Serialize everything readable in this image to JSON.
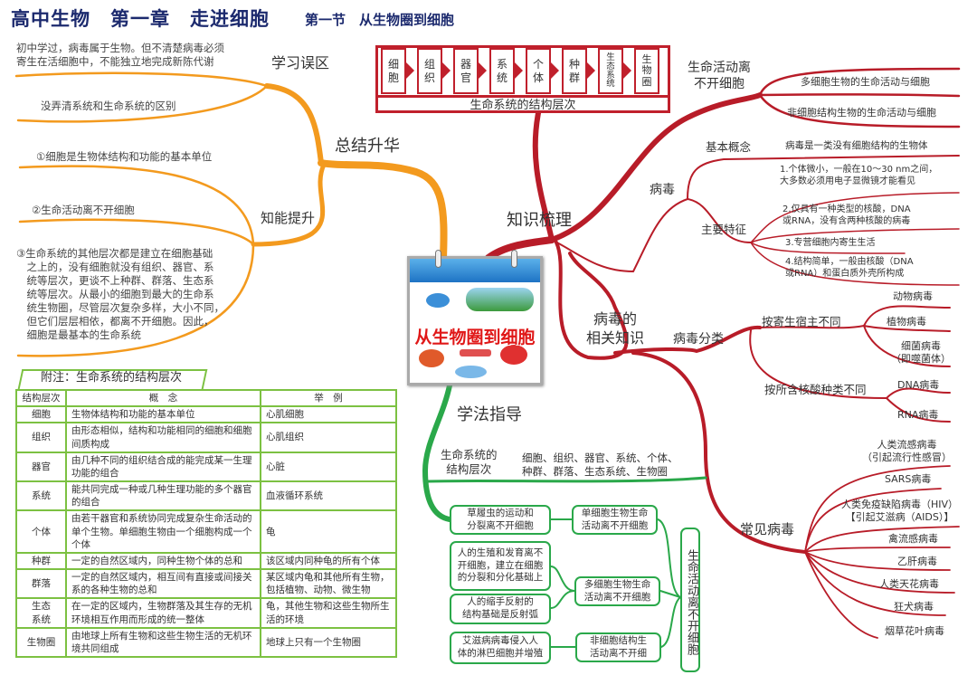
{
  "title": {
    "main": "高中生物　第一章　走进细胞",
    "section": "第一节　从生物圈到细胞"
  },
  "summary": {
    "label": "总结升华",
    "pitfalls": {
      "label": "学习误区",
      "items": [
        "初中学过，病毒属于生物。但不清楚病毒必须\n寄生在活细胞中，不能独立地完成新陈代谢",
        "没弄清系统和生命系统的区别"
      ]
    },
    "ability": {
      "label": "知能提升",
      "items": [
        "①细胞是生物体结构和功能的基本单位",
        "②生命活动离不开细胞",
        "③生命系统的其他层次都是建立在细胞基础\n　之上的，没有细胞就没有组织、器官、系\n　统等层次，更谈不上种群、群落、生态系\n　统等层次。从最小的细胞到最大的生命系\n　统生物圈，尽管层次复杂多样，大小不同，\n　但它们层层相依，都离不开细胞。因此，\n　细胞是最基本的生命系统"
      ]
    }
  },
  "hierarchy_box": {
    "levels": [
      "细\n胞",
      "组\n织",
      "器\n官",
      "系\n统",
      "个\n体",
      "种\n群",
      "生\n态\n系\n统",
      "生\n物\n圈"
    ],
    "caption": "生命系统的结构层次"
  },
  "center": {
    "label": "从生物圈到细胞"
  },
  "knowledge": {
    "label": "知识梳理",
    "life": {
      "label": "生命活动离\n不开细胞",
      "items": [
        "多细胞生物的生命活动与细胞",
        "非细胞结构生物的生命活动与细胞"
      ]
    },
    "virus": {
      "label": "病毒",
      "concept": {
        "label": "基本概念",
        "text": "病毒是一类没有细胞结构的生物体"
      },
      "features": {
        "label": "主要特征",
        "items": [
          "1.个体微小，一般在10～30 nm之间，\n大多数必须用电子显微镜才能看见",
          "2.仅具有一种类型的核酸，DNA\n或RNA，没有含两种核酸的病毒",
          "3.专营细胞内寄生生活",
          "4.结构简单，一般由核酸（DNA\n或RNA）和蛋白质外壳所构成"
        ]
      }
    },
    "virus_knowledge": {
      "label": "病毒的\n相关知识",
      "classification": {
        "label": "病毒分类",
        "by_host": {
          "label": "按寄生宿主不同",
          "items": [
            "动物病毒",
            "植物病毒",
            "细菌病毒\n（即噬菌体）"
          ]
        },
        "by_nucleic": {
          "label": "按所含核酸种类不同",
          "items": [
            "DNA病毒",
            "RNA病毒"
          ]
        }
      },
      "common": {
        "label": "常见病毒",
        "items": [
          "人类流感病毒\n（引起流行性感冒）",
          "SARS病毒",
          "人类免疫缺陷病毒（HIV）\n【引起艾滋病（AIDS）】",
          "禽流感病毒",
          "乙肝病毒",
          "人类天花病毒",
          "狂犬病毒",
          "烟草花叶病毒"
        ]
      }
    }
  },
  "method": {
    "label": "学法指导",
    "levels": {
      "label": "生命系统的\n结构层次",
      "text": "细胞、组织、器官、系统、个体、\n种群、群落、生态系统、生物圈"
    },
    "examples": [
      "草履虫的运动和\n分裂离不开细胞",
      "人的生殖和发育离不\n开细胞，建立在细胞\n的分裂和分化基础上",
      "人的缩手反射的\n结构基础是反射弧",
      "艾滋病病毒侵入人\n体的淋巴细胞并增殖"
    ],
    "categories": [
      "单细胞生物生命\n活动离不开细胞",
      "多细胞生物生命\n活动离不开细胞",
      "非细胞结构生\n活动离不开细"
    ],
    "conclusion": "生命活动离不开细胞"
  },
  "table": {
    "title": "附注：生命系统的结构层次",
    "headers": [
      "结构层次",
      "概　念",
      "举　例"
    ],
    "rows": [
      [
        "细胞",
        "生物体结构和功能的基本单位",
        "心肌细胞"
      ],
      [
        "组织",
        "由形态相似，结构和功能相同的细胞和细胞间质构成",
        "心肌组织"
      ],
      [
        "器官",
        "由几种不同的组织结合成的能完成某一生理功能的组合",
        "心脏"
      ],
      [
        "系统",
        "能共同完成一种或几种生理功能的多个器官的组合",
        "血液循环系统"
      ],
      [
        "个体",
        "由若干器官和系统协同完成复杂生命活动的单个生物。单细胞生物由一个细胞构成一个个体",
        "龟"
      ],
      [
        "种群",
        "一定的自然区域内，同种生物个体的总和",
        "该区域内同种龟的所有个体"
      ],
      [
        "群落",
        "一定的自然区域内，相互间有直接或间接关系的各种生物的总和",
        "某区域内龟和其他所有生物，包括植物、动物、微生物"
      ],
      [
        "生态\n系统",
        "在一定的区域内，生物群落及其生存的无机环境相互作用而形成的统一整体",
        "龟，其他生物和这些生物所生活的环境"
      ],
      [
        "生物圈",
        "由地球上所有生物和这些生物生活的无机环境共同组成",
        "地球上只有一个生物圈"
      ]
    ]
  },
  "colors": {
    "title": "#1c2a6e",
    "orange": "#f39a1e",
    "red": "#b81c28",
    "green": "#2aa84a",
    "table_green": "#7cc142"
  }
}
